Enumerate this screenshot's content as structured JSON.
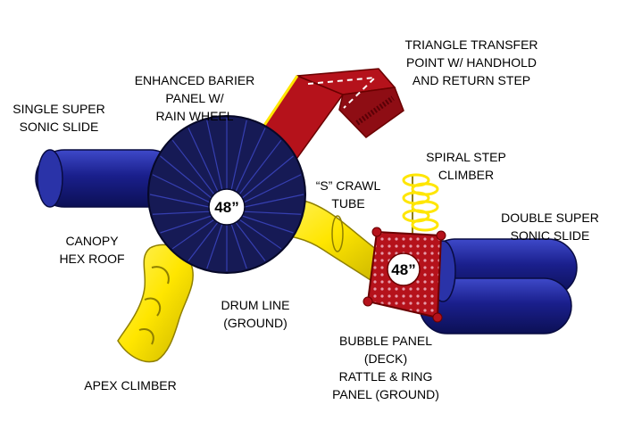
{
  "colors": {
    "slide_blue": "#1a1f8c",
    "slide_blue_light": "#3e49c9",
    "roof_navy": "#161a55",
    "deck_red": "#b5121b",
    "yellow": "#ffe600",
    "yellow_dark": "#c9b400",
    "bubble_dot": "#e69aa8"
  },
  "deck_heights": {
    "left": "48”",
    "right": "48”"
  },
  "labels": {
    "triangle_transfer": [
      "TRIANGLE TRANSFER",
      "POINT W/ HANDHOLD",
      "AND RETURN STEP"
    ],
    "enhanced_barrier": [
      "ENHANCED BARIER",
      "PANEL W/",
      "RAIN WHEEL"
    ],
    "single_slide": [
      "SINGLE SUPER",
      "SONIC SLIDE"
    ],
    "spiral_climber": [
      "SPIRAL STEP",
      "CLIMBER"
    ],
    "s_crawl_tube": [
      "“S” CRAWL",
      "TUBE"
    ],
    "double_slide": [
      "DOUBLE SUPER",
      "SONIC SLIDE"
    ],
    "canopy_roof": [
      "CANOPY",
      "HEX ROOF"
    ],
    "drum_line": [
      "DRUM LINE",
      "(GROUND)"
    ],
    "bubble_panel": [
      "BUBBLE PANEL",
      "(DECK)",
      "RATTLE & RING",
      "PANEL (GROUND)"
    ],
    "apex_climber": [
      "APEX CLIMBER"
    ]
  }
}
